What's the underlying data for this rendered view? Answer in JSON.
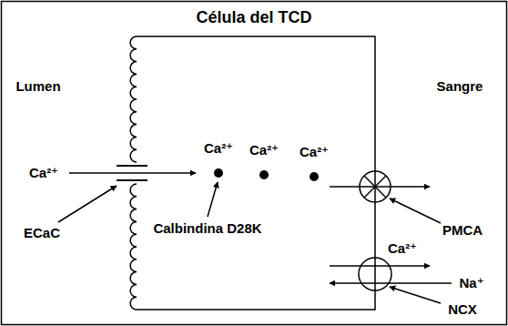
{
  "diagram": {
    "title": "Célula del TCD",
    "labels": [
      "Lumen",
      "Sangre",
      "Ca²⁺",
      "ECaC",
      "Ca²⁺",
      "Ca²⁺",
      "Ca²⁺",
      "Calbindina D28K",
      "PMCA",
      "Ca²⁺",
      "Na⁺",
      "NCX"
    ]
  }
}
